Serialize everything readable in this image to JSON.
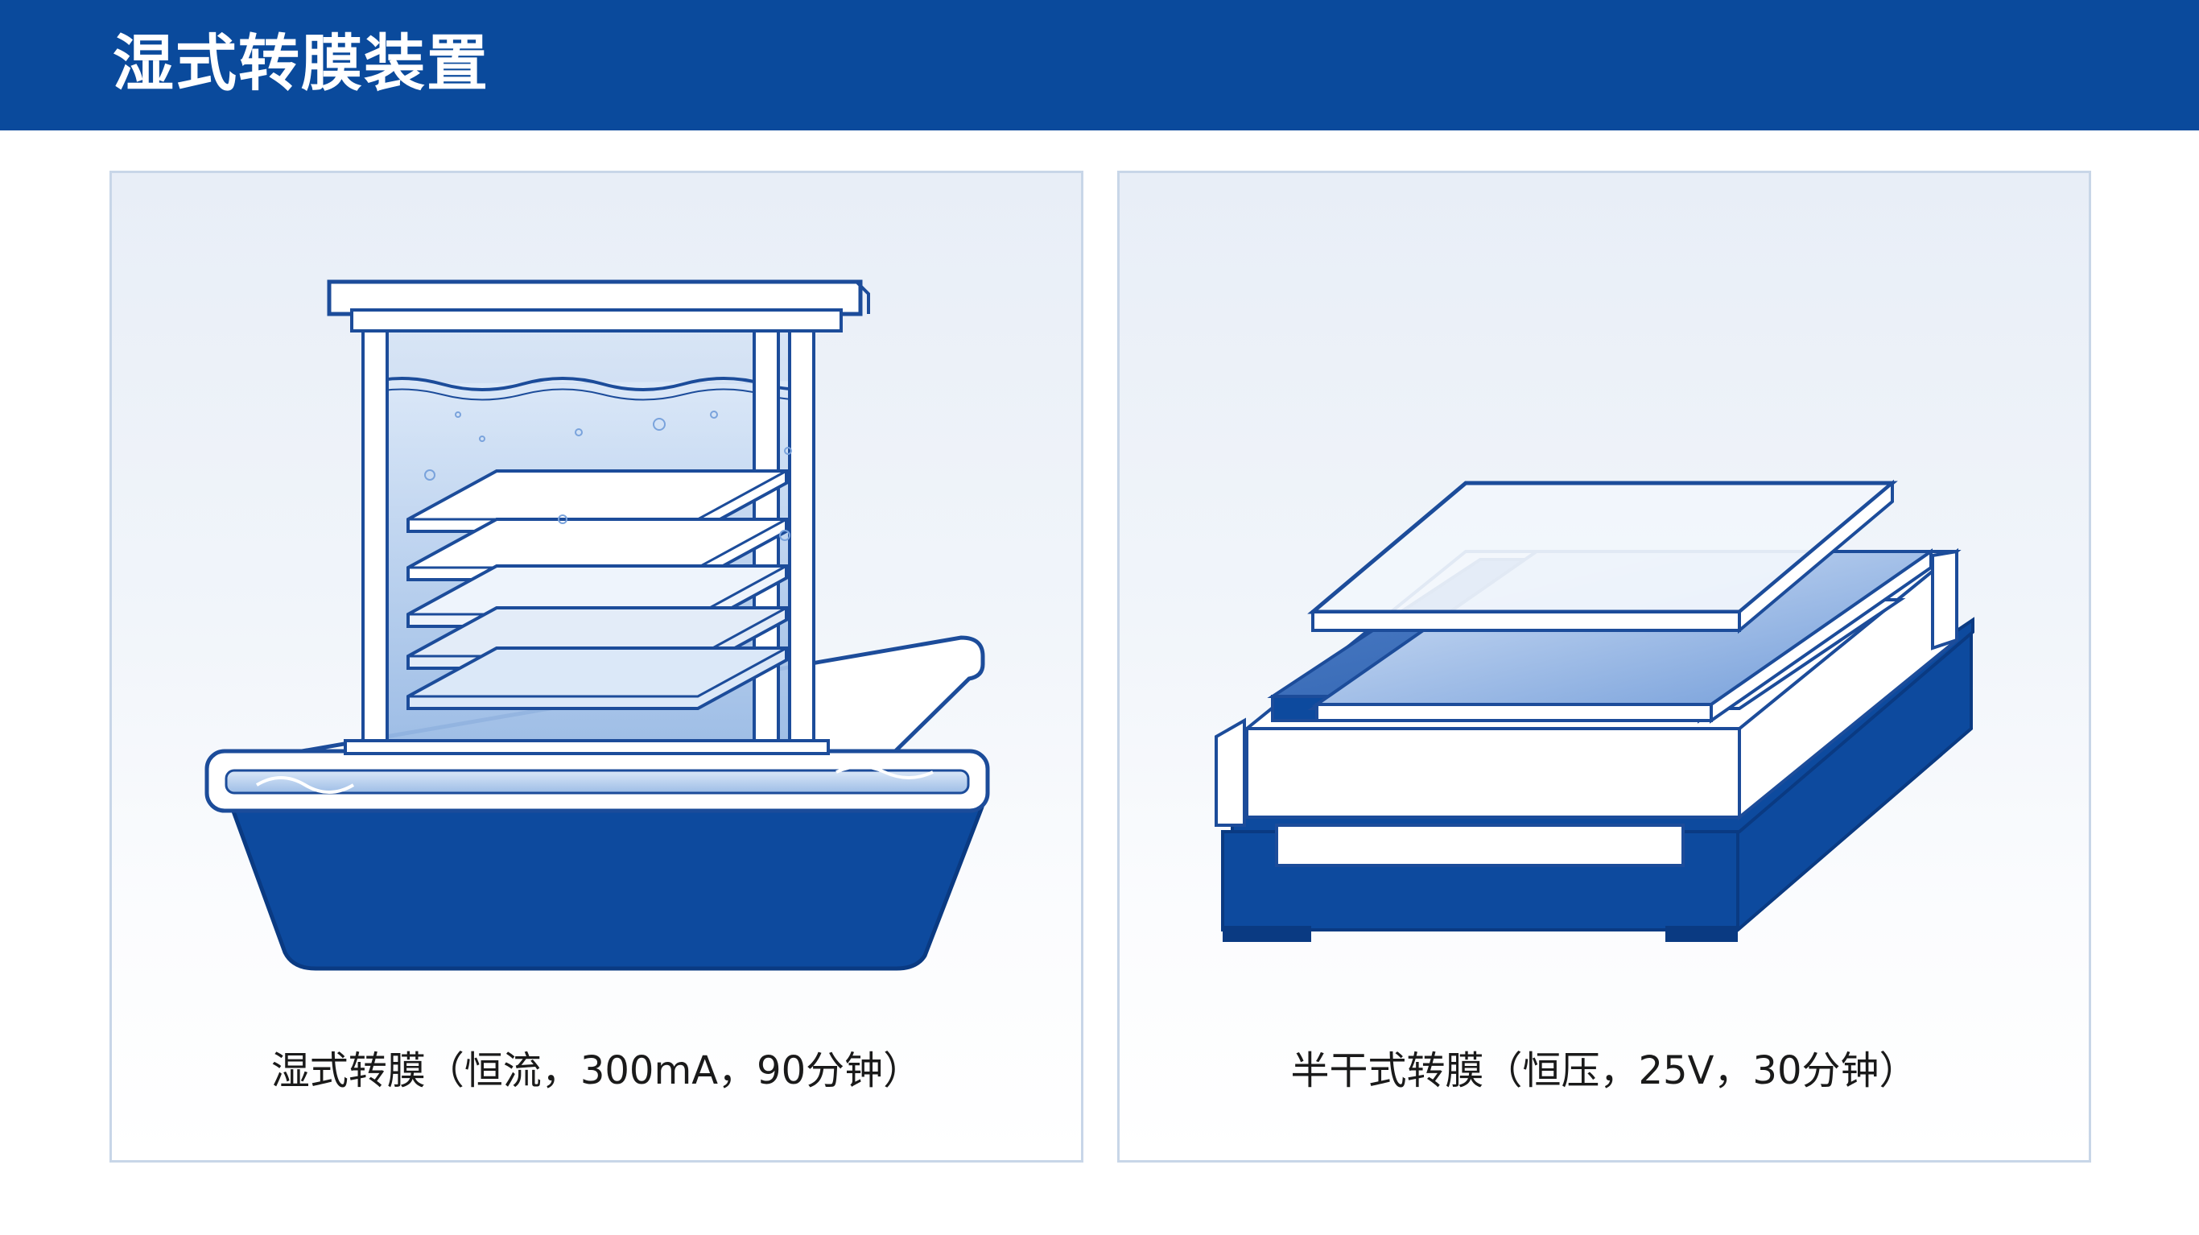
{
  "header": {
    "title": "湿式转膜装置"
  },
  "panels": [
    {
      "caption": "湿式转膜（恒流，300mA，90分钟）"
    },
    {
      "caption": "半干式转膜（恒压，25V，30分钟）"
    }
  ],
  "colors": {
    "header_bg": "#0a4a9c",
    "apparatus_blue": "#0d4a9e",
    "outline": "#1c4c9a",
    "liquid": "#bcd3f0"
  }
}
